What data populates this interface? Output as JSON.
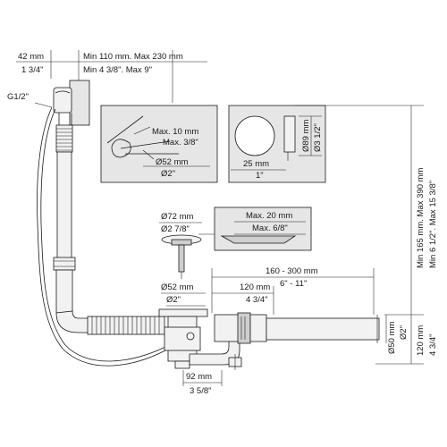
{
  "top_dims": {
    "overflow_mm": "42 mm",
    "overflow_in": "1 3/4\"",
    "range_mm": "Min 110 mm. Max 230 mm",
    "range_in": "Min 4 3/8\". Max 9\""
  },
  "thread": "G1/2\"",
  "detail_left": {
    "max_mm": "Max. 10 mm",
    "max_in": "Max. 3/8\"",
    "dia_mm": "Ø52 mm",
    "dia_in": "Ø2\""
  },
  "detail_right": {
    "width_mm": "25 mm",
    "width_in": "1\"",
    "dia_mm": "Ø89 mm",
    "dia_in": "Ø3 1/2\""
  },
  "right_dim": {
    "range_mm": "Min 165 mm. Max 390 mm",
    "range_in": "Min 6 1/2\". Max 15 3/8\"",
    "height_mm": "120 mm",
    "height_in": "4 3/4\""
  },
  "plug": {
    "dia_mm": "Ø72 mm",
    "dia_in": "Ø2 7/8\""
  },
  "detail_plug": {
    "max_mm": "Max. 20 mm",
    "max_in": "Max. 6/8\""
  },
  "drain": {
    "dia_mm": "Ø52 mm",
    "dia_in": "Ø2\"",
    "offset_mm": "120 mm",
    "offset_in": "4 3/4\"",
    "range_mm": "160 - 300 mm",
    "range_in": "6\" - 11\"",
    "outlet_mm": "Ø50 mm",
    "outlet_in": "Ø2\"",
    "bottom_mm": "92 mm",
    "bottom_in": "3 5/8\""
  }
}
